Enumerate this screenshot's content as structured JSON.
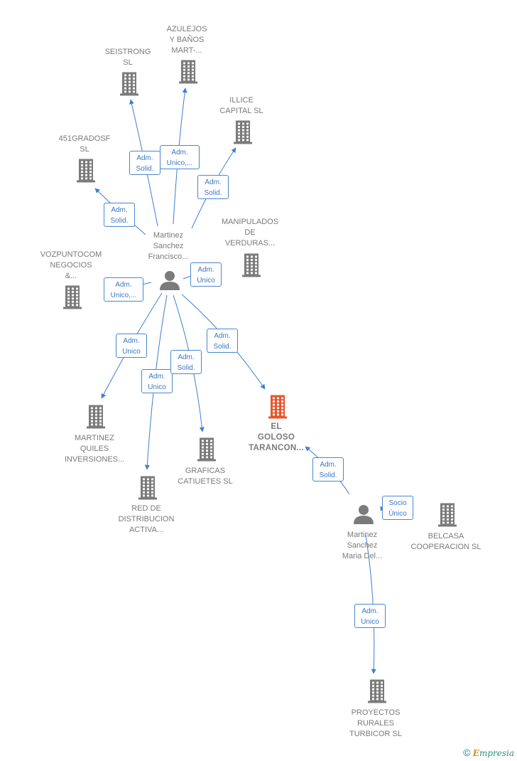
{
  "colors": {
    "edge": "#3d7fcf",
    "building": "#7b7b7b",
    "building_focus": "#e8562a",
    "person": "#7b7b7b",
    "label_border": "#4a86cf"
  },
  "nodes": [
    {
      "id": "seistrong",
      "kind": "company",
      "label": "SEISTRONG\nSL"
    },
    {
      "id": "azulejos",
      "kind": "company",
      "label": "AZULEJOS\nY BAÑOS\nMART-..."
    },
    {
      "id": "illice",
      "kind": "company",
      "label": "ILLICE\nCAPITAL  SL"
    },
    {
      "id": "451grados",
      "kind": "company",
      "label": "451GRADOSF\nSL"
    },
    {
      "id": "manipulados",
      "kind": "company",
      "label": "MANIPULADOS\nDE\nVERDURAS..."
    },
    {
      "id": "vozpuntocom",
      "kind": "company",
      "label": "VOZPUNTOCOM\nNEGOCIOS\n&..."
    },
    {
      "id": "martinez_francisco",
      "kind": "person",
      "label": "Martinez\nSanchez\nFrancisco..."
    },
    {
      "id": "el_goloso",
      "kind": "focus",
      "label": "EL\nGOLOSO\nTARANCON..."
    },
    {
      "id": "martinez_quiles",
      "kind": "company",
      "label": "MARTINEZ\nQUILES\nINVERSIONES..."
    },
    {
      "id": "graficas",
      "kind": "company",
      "label": "GRAFICAS\nCATIUETES  SL"
    },
    {
      "id": "red_distribucion",
      "kind": "company",
      "label": "RED DE\nDISTRIBUCION\nACTIVA..."
    },
    {
      "id": "martinez_maria",
      "kind": "person",
      "label": "Martinez\nSanchez\nMaria Del..."
    },
    {
      "id": "belcasa",
      "kind": "company",
      "label": "BELCASA\nCOOPERACION SL"
    },
    {
      "id": "proyectos",
      "kind": "company",
      "label": "PROYECTOS\nRURALES\nTURBICOR  SL"
    }
  ],
  "edges": [
    {
      "from": "martinez_francisco",
      "to": "seistrong",
      "label": "Adm.\nSolid."
    },
    {
      "from": "martinez_francisco",
      "to": "azulejos",
      "label": "Adm.\nUnico,..."
    },
    {
      "from": "martinez_francisco",
      "to": "illice",
      "label": "Adm.\nSolid."
    },
    {
      "from": "martinez_francisco",
      "to": "451grados",
      "label": "Adm.\nSolid."
    },
    {
      "from": "martinez_francisco",
      "to": "manipulados",
      "label": "Adm.\nUnico"
    },
    {
      "from": "martinez_francisco",
      "to": "vozpuntocom",
      "label": "Adm.\nUnico,..."
    },
    {
      "from": "martinez_francisco",
      "to": "martinez_quiles",
      "label": "Adm.\nUnico"
    },
    {
      "from": "martinez_francisco",
      "to": "red_distribucion",
      "label": "Adm.\nUnico"
    },
    {
      "from": "martinez_francisco",
      "to": "graficas",
      "label": "Adm.\nSolid."
    },
    {
      "from": "martinez_francisco",
      "to": "el_goloso",
      "label": "Adm.\nSolid."
    },
    {
      "from": "martinez_maria",
      "to": "el_goloso",
      "label": "Adm.\nSolid."
    },
    {
      "from": "martinez_maria",
      "to": "belcasa",
      "label": "Socio\nÚnico"
    },
    {
      "from": "martinez_maria",
      "to": "proyectos",
      "label": "Adm.\nUnico"
    }
  ],
  "brand": {
    "symbol": "©",
    "initial": "E",
    "rest": "mpresia"
  }
}
